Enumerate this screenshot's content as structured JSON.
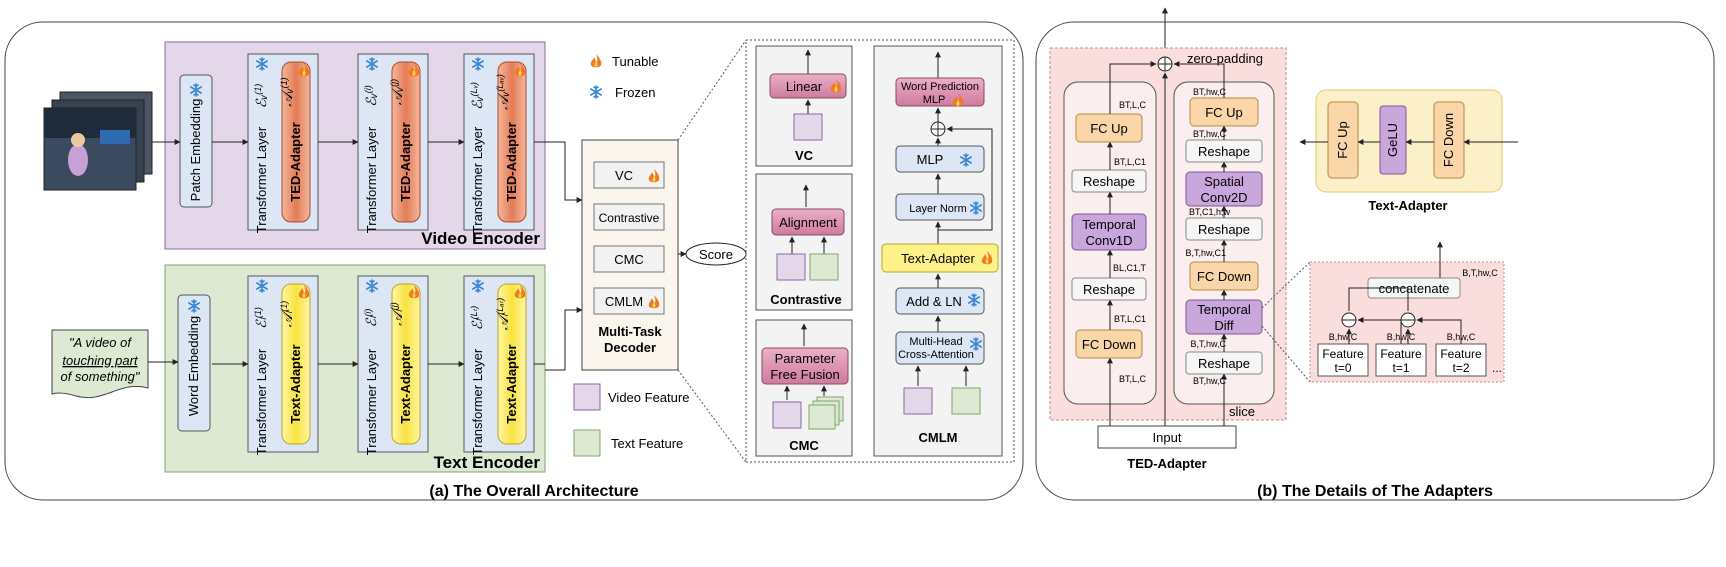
{
  "panel_a": {
    "caption": "(a)   The Overall Architecture",
    "video_encoder": {
      "title": "Video Encoder",
      "patch_embedding": "Patch Embedding",
      "layers": [
        {
          "transformer": "Transformer Layer",
          "adapter": "TED-Adapter",
          "e_sup": "(1)",
          "a_sup": "(1)"
        },
        {
          "transformer": "Transformer Layer",
          "adapter": "TED-Adapter",
          "e_sup": "(i)",
          "a_sup": "(j)"
        },
        {
          "transformer": "Transformer Layer",
          "adapter": "TED-Adapter",
          "e_sup": "(Lᵥ)",
          "a_sup": "(Lₐᵥ)"
        }
      ]
    },
    "text_encoder": {
      "title": "Text Encoder",
      "word_embedding": "Word Embedding",
      "input_text_lines": [
        "\"A video of",
        "touching part",
        "of something\""
      ],
      "layers": [
        {
          "transformer": "Transformer Layer",
          "adapter": "Text-Adapter",
          "e_sup": "(1)",
          "a_sup": "(1)"
        },
        {
          "transformer": "Transformer Layer",
          "adapter": "Text-Adapter",
          "e_sup": "(i)",
          "a_sup": "(j)"
        },
        {
          "transformer": "Transformer Layer",
          "adapter": "Text-Adapter",
          "e_sup": "(Lₜ)",
          "a_sup": "(Lₐₜ)"
        }
      ]
    },
    "symbols": {
      "e_video": "ℰᵥ",
      "a_video": "𝒜ᵥ",
      "e_text": "ℰₗ",
      "a_text": "𝒜ₗ"
    },
    "legend": {
      "tunable": "Tunable",
      "frozen": "Frozen",
      "video_feature": "Video Feature",
      "text_feature": "Text Feature"
    },
    "decoder": {
      "title_lines": [
        "Multi-Task",
        "Decoder"
      ],
      "items": [
        "VC",
        "Contrastive",
        "CMC",
        "CMLM"
      ]
    },
    "score": "Score",
    "tasks": {
      "vc": {
        "title": "VC",
        "block": "Linear"
      },
      "contrastive": {
        "title": "Contrastive",
        "block": "Alignment"
      },
      "cmc": {
        "title": "CMC",
        "block_lines": [
          "Parameter",
          "Free Fusion"
        ]
      },
      "cmlm": {
        "title": "CMLM",
        "word_prediction": [
          "Word Prediction",
          "MLP"
        ],
        "mlp": "MLP",
        "layer_norm": "Layer Norm",
        "text_adapter": "Text-Adapter",
        "add_ln": "Add & LN",
        "cross_attention": [
          "Multi-Head",
          "Cross-Attention"
        ]
      }
    }
  },
  "panel_b": {
    "caption": "(b)   The Details of The Adapters",
    "zero_padding": "zero-padding",
    "input": "Input",
    "slice": "slice",
    "ted_adapter_label": "TED-Adapter",
    "text_adapter_label": "Text-Adapter",
    "left_branch": {
      "fc_up": "FC Up",
      "reshape1": "Reshape",
      "temporal_conv": [
        "Temporal",
        "Conv1D"
      ],
      "reshape2": "Reshape",
      "fc_down": "FC Down"
    },
    "left_dims": [
      "BT,L,C",
      "BT,L,C1",
      "BL,C1,T",
      "BT,L,C1",
      "BT,L,C"
    ],
    "right_branch": {
      "fc_up": "FC Up",
      "reshape1": "Reshape",
      "spatial_conv": [
        "Spatial",
        "Conv2D"
      ],
      "reshape2": "Reshape",
      "fc_down": "FC Down",
      "temporal_diff": [
        "Temporal",
        "Diff"
      ],
      "reshape3": "Reshape"
    },
    "right_dims": [
      "BT,hw,C",
      "BT,hw,C",
      "BT,C1,h,w",
      "B,T,hw,C1",
      "B,T,hw,C",
      "BT,hw,C"
    ],
    "text_adapter": {
      "fc_up": "FC Up",
      "gelu": "GeLU",
      "fc_down": "FC Down"
    },
    "diff_detail": {
      "concatenate": "concatenate",
      "out_dim": "B,T,hw,C",
      "features": [
        [
          "Feature",
          "t=0"
        ],
        [
          "Feature",
          "t=1"
        ],
        [
          "Feature",
          "t=2"
        ]
      ],
      "dims": [
        "B,hw,C",
        "B,hw,C",
        "B,hw,C"
      ],
      "ellipsis": "..."
    }
  },
  "colors": {
    "video_bg": "#e4d7ea",
    "text_bg": "#dde9d3",
    "layer_bg": "#dce6f5",
    "ted_adapter": "#e89572",
    "text_adapter": "#fbea6a",
    "pink_block": "#d58aa8",
    "purple_block": "#c9a6dc",
    "orange_block": "#f8d6a8",
    "adapter_panel_bg": "#f9dedd"
  }
}
